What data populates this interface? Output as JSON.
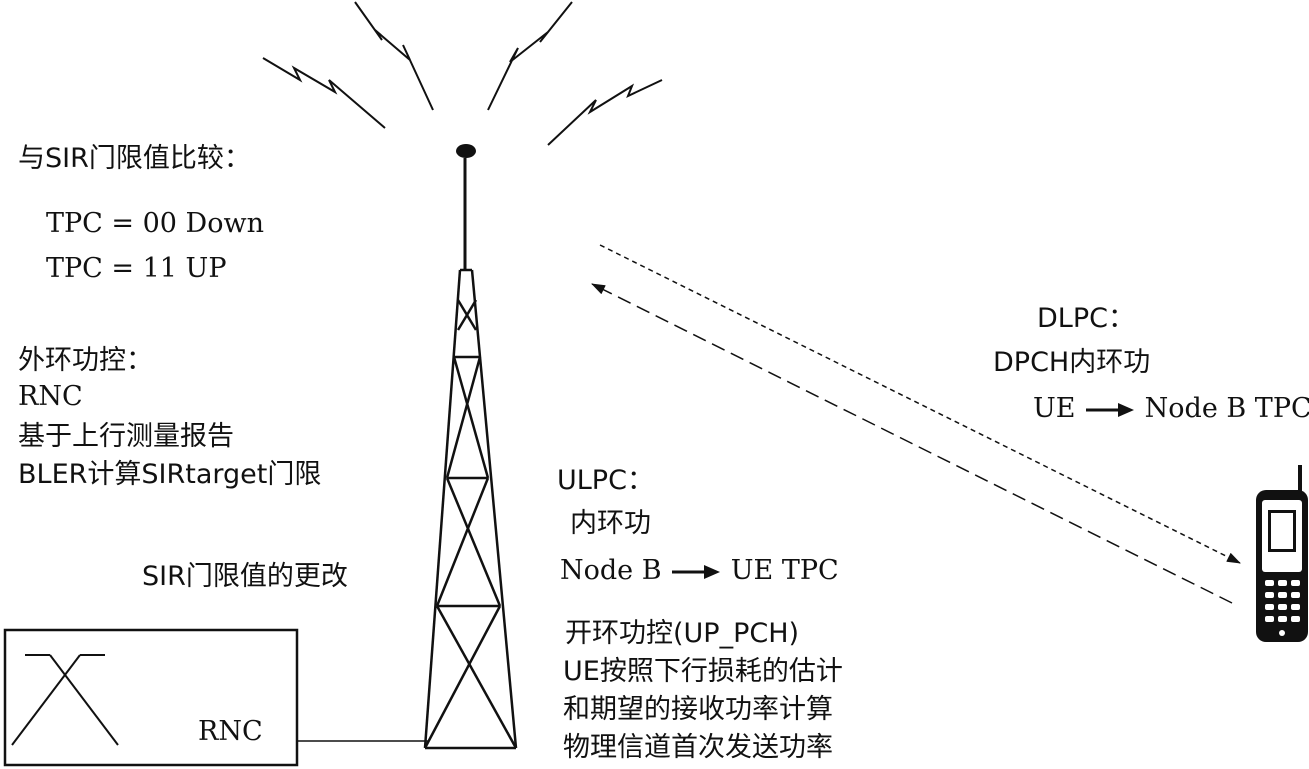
{
  "left_panel": {
    "compare_title": "与SIR门限值比较：",
    "tpc_down": "TPC = 00 Down",
    "tpc_up": "TPC = 11 UP",
    "outer_loop_title": "外环功控：",
    "outer_loop_rnc": "RNC",
    "outer_loop_basis": "基于上行测量报告",
    "outer_loop_bler": "BLER计算SIRtarget门限",
    "sir_change": "SIR门限值的更改"
  },
  "rnc_box": {
    "label": "RNC"
  },
  "ulpc": {
    "title": "ULPC：",
    "inner_loop": "内环功",
    "from": "Node B",
    "to": "UE TPC",
    "open_loop_title": "开环功控(UP_PCH)",
    "open_loop_line1": "UE按照下行损耗的估计",
    "open_loop_line2": "和期望的接收功率计算",
    "open_loop_line3": "物理信道首次发送功率"
  },
  "dlpc": {
    "title": "DLPC：",
    "inner_loop": "DPCH内环功",
    "from": "UE",
    "to": "Node B TPC"
  },
  "colors": {
    "ink": "#111111",
    "background": "#ffffff"
  },
  "icons": {
    "tower": "antenna-tower-icon",
    "phone": "mobile-phone-icon",
    "signal": "radio-wave-icon",
    "switch": "crossbar-switch-icon"
  }
}
